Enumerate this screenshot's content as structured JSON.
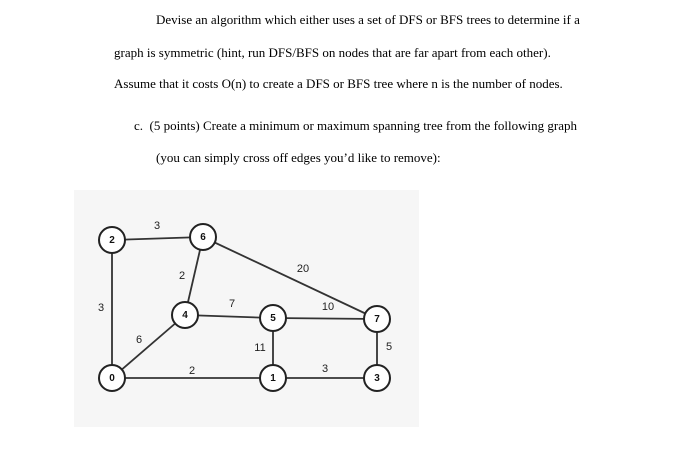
{
  "text": {
    "line1": "Devise an algorithm which either uses a set of DFS or BFS trees to determine if a",
    "line2": "graph is symmetric (hint, run DFS/BFS on nodes that are far apart from each other).",
    "line3": "Assume that it costs O(n) to create a DFS or BFS tree where n is the number of nodes.",
    "line4": "c.  (5 points) Create a minimum or maximum spanning tree from the following graph",
    "line5": "(you can simply cross off edges you’d like to remove):"
  },
  "graph": {
    "nodes": [
      {
        "id": "n2",
        "label": "2"
      },
      {
        "id": "n6",
        "label": "6"
      },
      {
        "id": "n4",
        "label": "4"
      },
      {
        "id": "n5",
        "label": "5"
      },
      {
        "id": "n7",
        "label": "7"
      },
      {
        "id": "n0",
        "label": "0"
      },
      {
        "id": "n1",
        "label": "1"
      },
      {
        "id": "n3",
        "label": "3"
      }
    ],
    "edges": [
      {
        "id": "e-2-6",
        "from": "2",
        "to": "6",
        "weight": "3"
      },
      {
        "id": "e-2-0",
        "from": "2",
        "to": "0",
        "weight": "3"
      },
      {
        "id": "e-6-4",
        "from": "6",
        "to": "4",
        "weight": "2"
      },
      {
        "id": "e-6-7",
        "from": "6",
        "to": "7",
        "weight": "20"
      },
      {
        "id": "e-4-0",
        "from": "4",
        "to": "0",
        "weight": "6"
      },
      {
        "id": "e-4-5",
        "from": "4",
        "to": "5",
        "weight": "7"
      },
      {
        "id": "e-5-7",
        "from": "5",
        "to": "7",
        "weight": "10"
      },
      {
        "id": "e-5-1",
        "from": "5",
        "to": "1",
        "weight": "11"
      },
      {
        "id": "e-7-3",
        "from": "7",
        "to": "3",
        "weight": "5"
      },
      {
        "id": "e-0-1",
        "from": "0",
        "to": "1",
        "weight": "2"
      },
      {
        "id": "e-1-3",
        "from": "1",
        "to": "3",
        "weight": "3"
      }
    ]
  },
  "colors": {
    "figure_background": "#f6f6f6",
    "edge": "#333333",
    "node_stroke": "#222222",
    "node_fill": "#ffffff"
  }
}
